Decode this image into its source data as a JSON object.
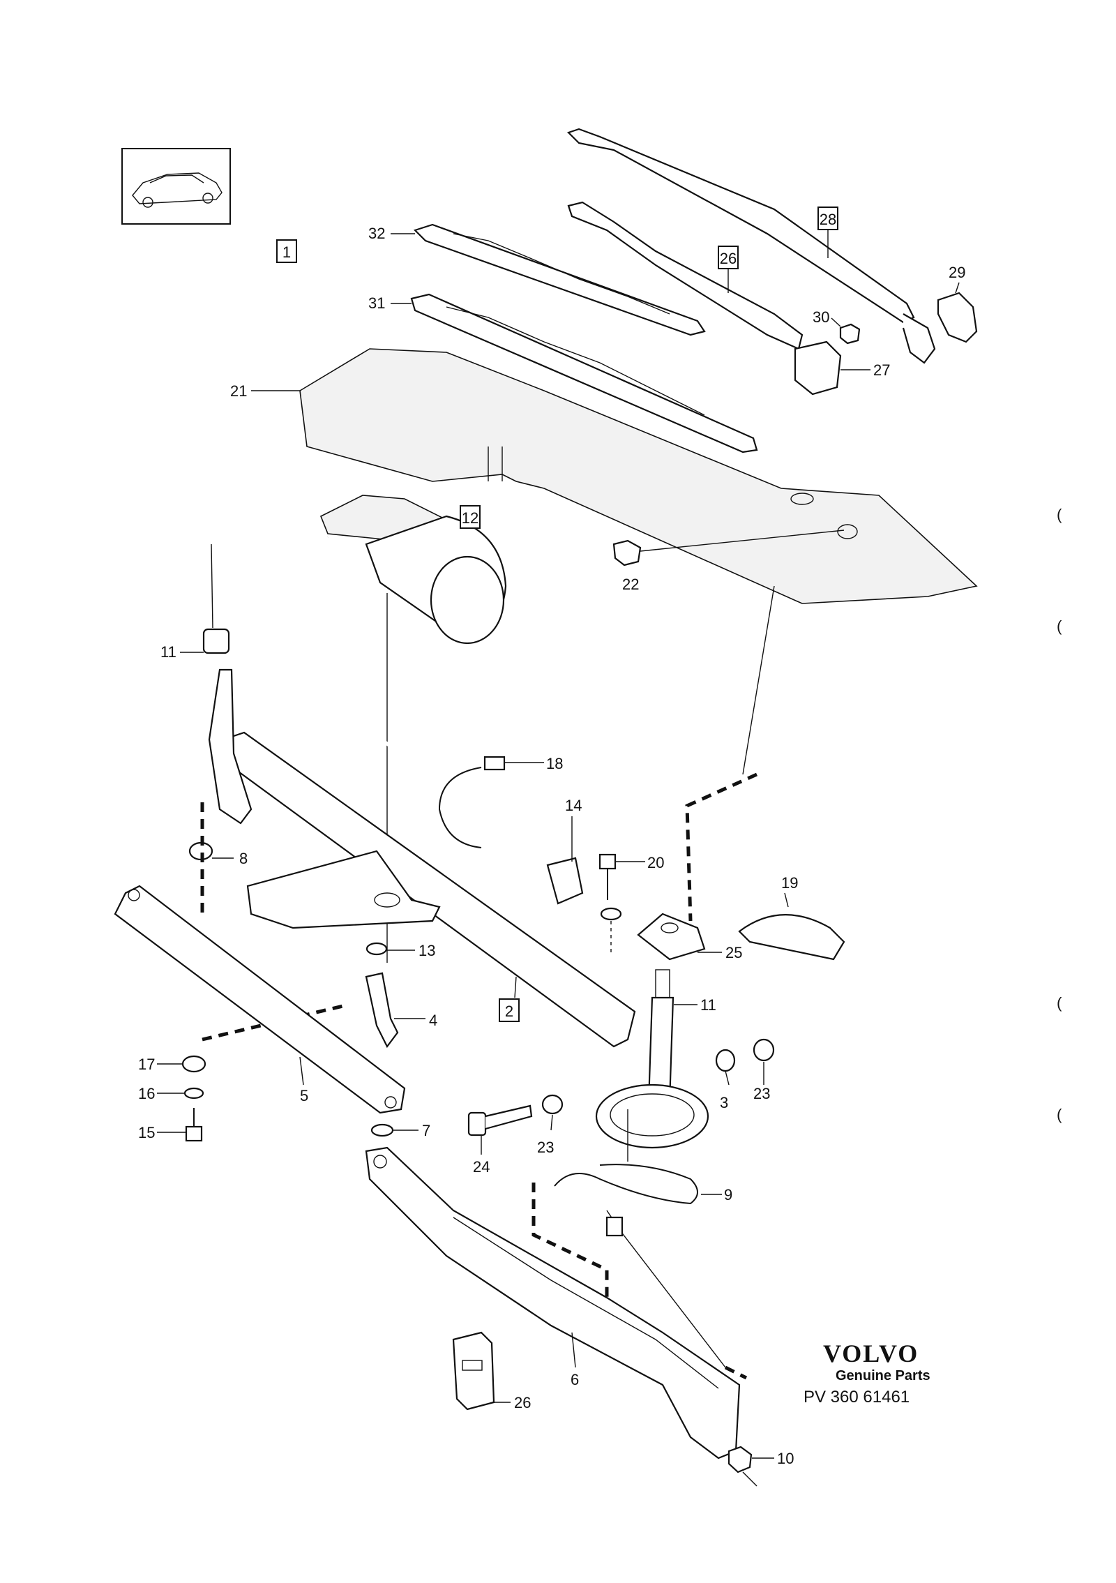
{
  "brand": {
    "name": "VOLVO",
    "tagline": "Genuine Parts",
    "diagram_code": "PV 360 61461"
  },
  "callouts": {
    "c1": "1",
    "c2": "2",
    "c3": "3",
    "c4": "4",
    "c5": "5",
    "c6": "6",
    "c7": "7",
    "c8": "8",
    "c9": "9",
    "c10": "10",
    "c11a": "11",
    "c11b": "11",
    "c12": "12",
    "c13": "13",
    "c14": "14",
    "c15": "15",
    "c16": "16",
    "c17": "17",
    "c18": "18",
    "c19": "19",
    "c20": "20",
    "c21": "21",
    "c22": "22",
    "c23a": "23",
    "c23b": "23",
    "c24": "24",
    "c25": "25",
    "c26a": "26",
    "c26b": "26",
    "c27": "27",
    "c28": "28",
    "c29": "29",
    "c30": "30",
    "c31": "31",
    "c32": "32"
  },
  "margin_marks": [
    "(",
    "(",
    "(",
    "("
  ]
}
